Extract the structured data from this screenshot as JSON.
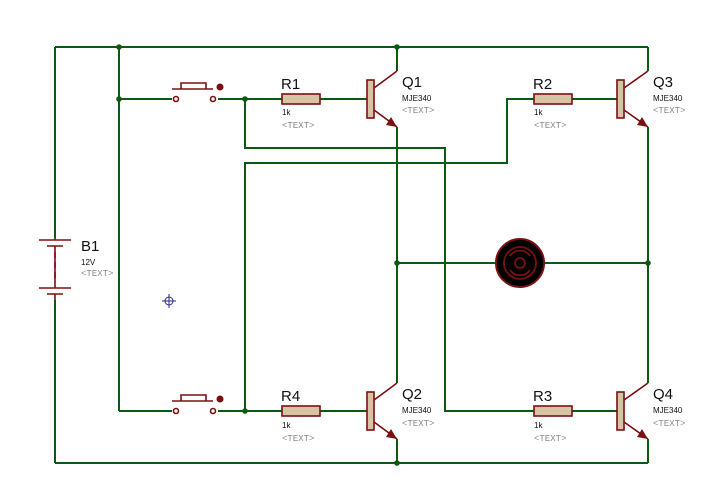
{
  "components": {
    "battery": {
      "ref": "B1",
      "value": "12V",
      "text": "<TEXT>"
    },
    "resistors": [
      {
        "ref": "R1",
        "value": "1k",
        "text": "<TEXT>"
      },
      {
        "ref": "R2",
        "value": "1k",
        "text": "<TEXT>"
      },
      {
        "ref": "R3",
        "value": "1k",
        "text": "<TEXT>"
      },
      {
        "ref": "R4",
        "value": "1k",
        "text": "<TEXT>"
      }
    ],
    "transistors": [
      {
        "ref": "Q1",
        "value": "MJE340",
        "text": "<TEXT>"
      },
      {
        "ref": "Q2",
        "value": "MJE340",
        "text": "<TEXT>"
      },
      {
        "ref": "Q3",
        "value": "MJE340",
        "text": "<TEXT>"
      },
      {
        "ref": "Q4",
        "value": "MJE340",
        "text": "<TEXT>"
      }
    ]
  },
  "colors": {
    "wire": "#0b5a10",
    "component_outline": "#7a1010",
    "component_body": "#d8c4a4",
    "placeholder_text": "#8a8a8a"
  },
  "icons": [
    "push-button-icon",
    "motor-icon",
    "cursor-crosshair-icon"
  ]
}
